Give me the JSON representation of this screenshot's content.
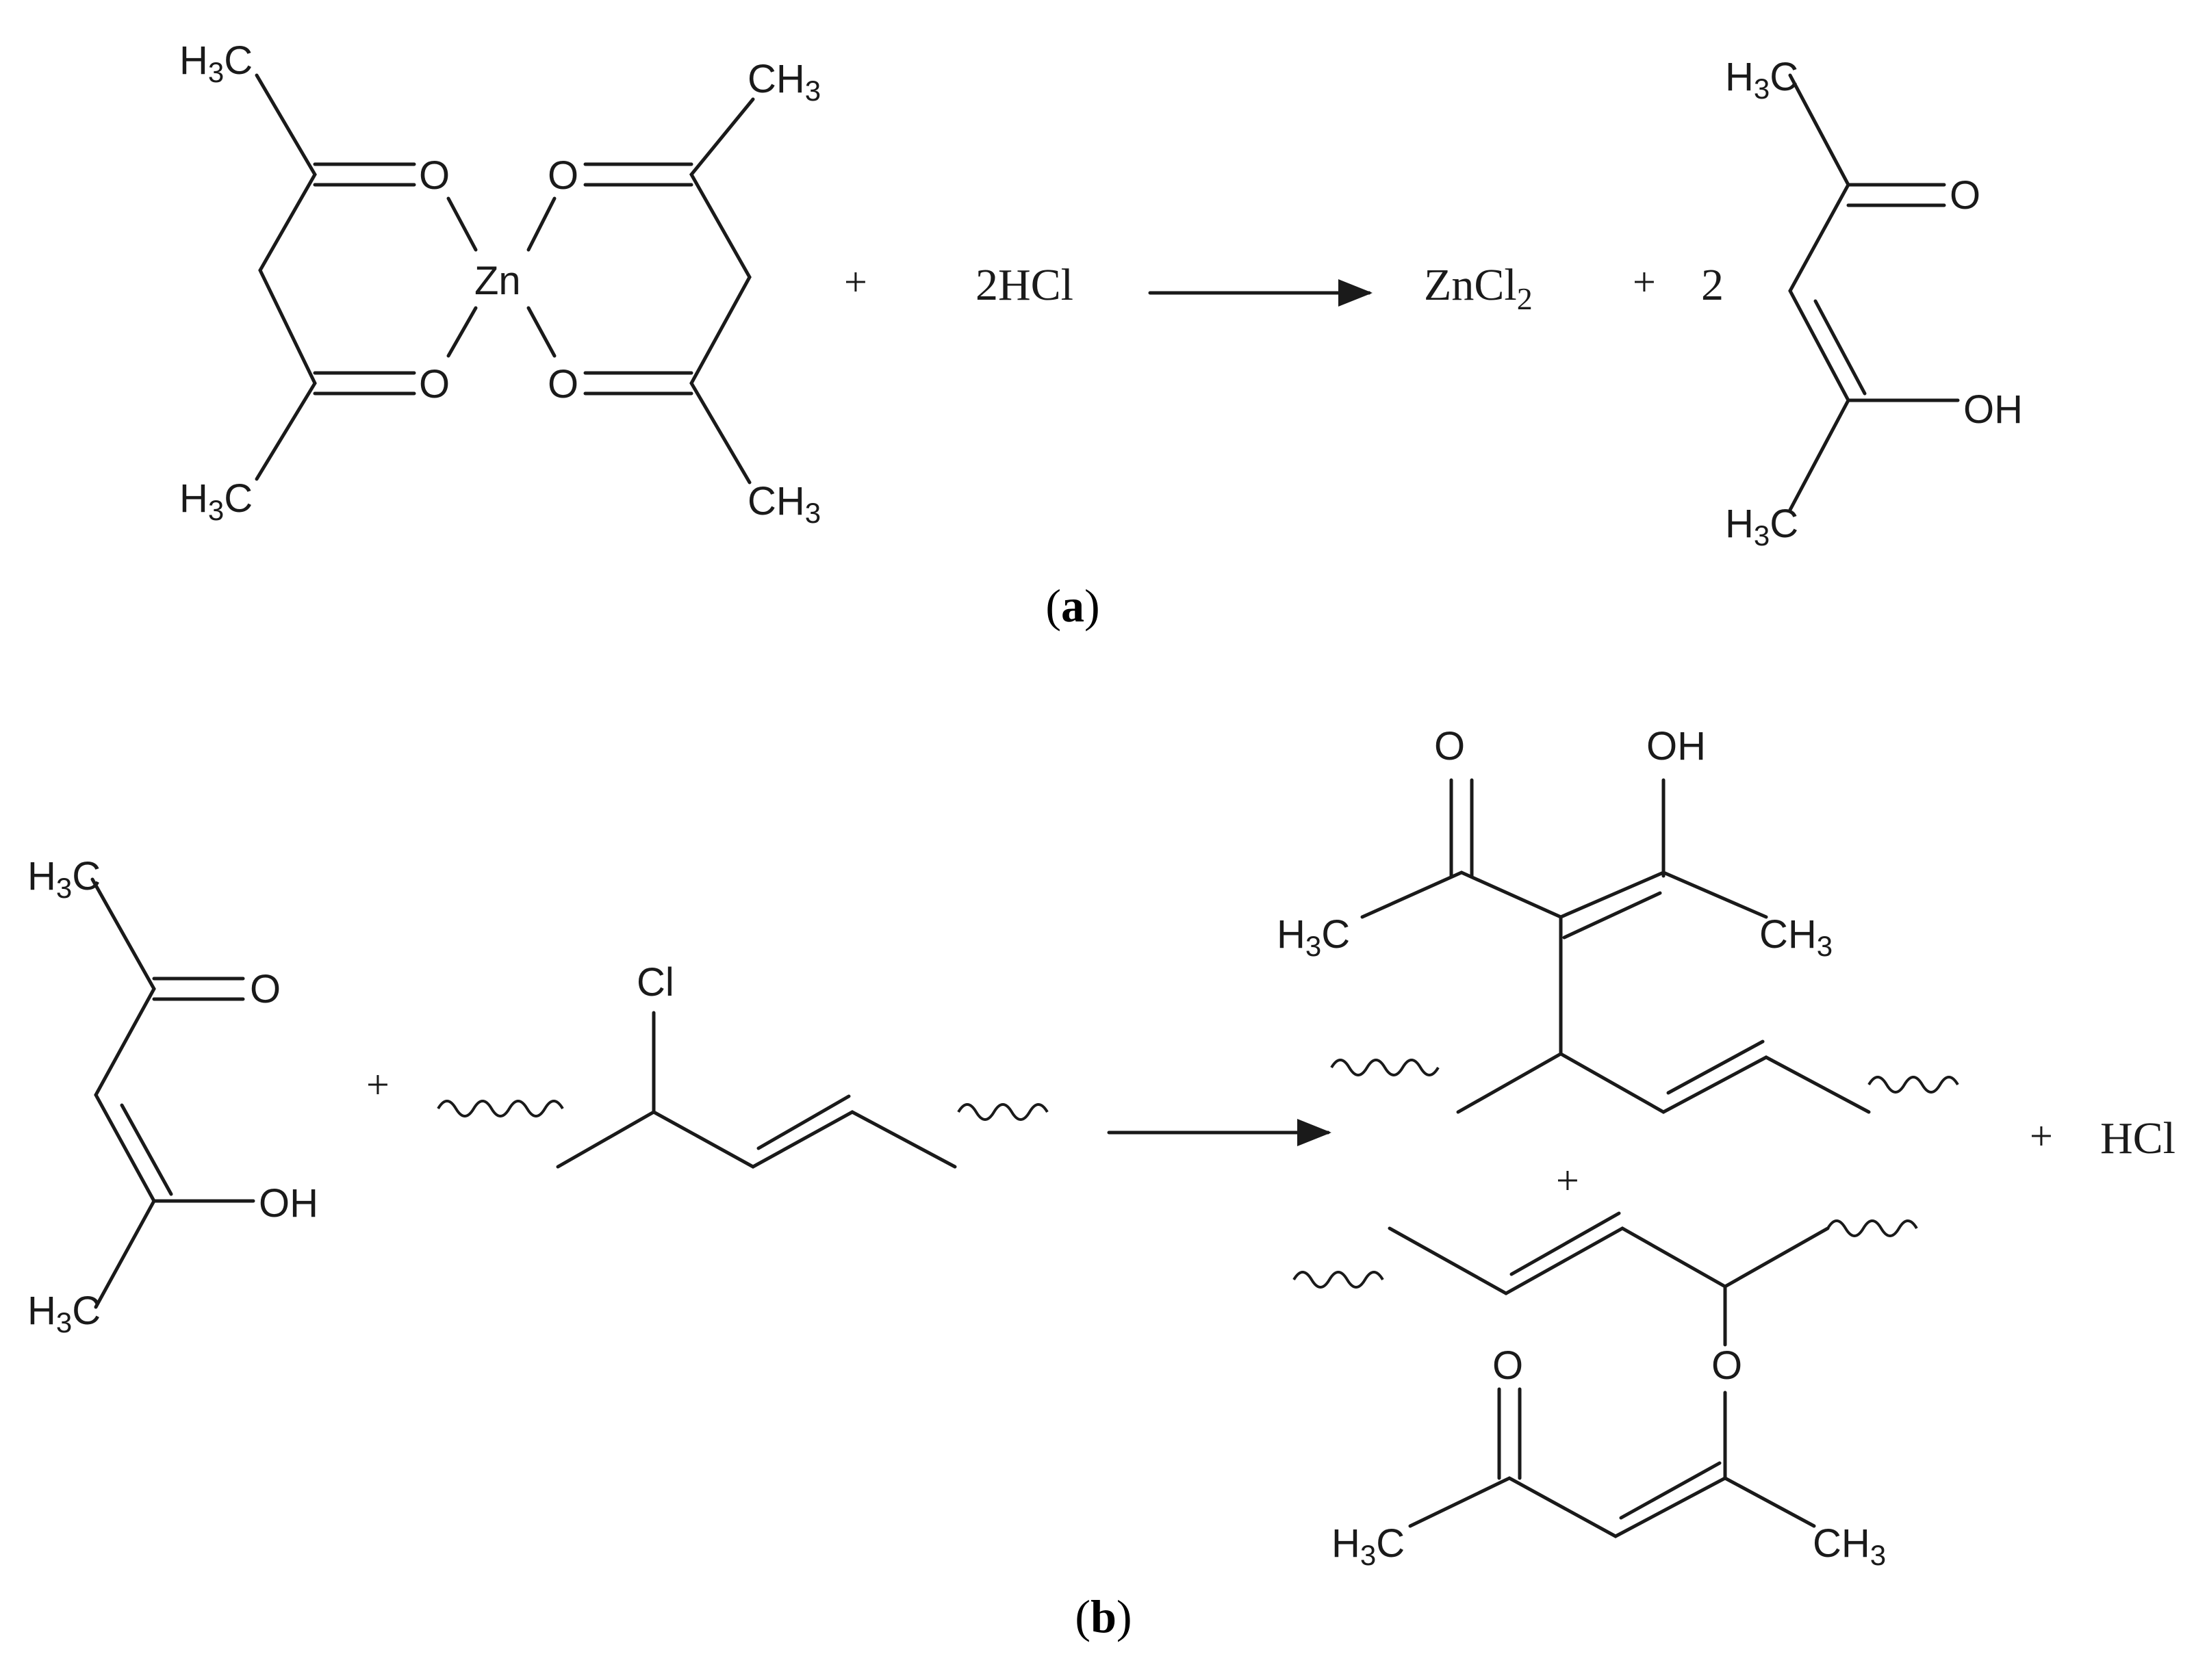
{
  "labels": {
    "h3c": "H",
    "ch3_c": "CH",
    "three": "3",
    "c": "C",
    "o": "O",
    "oh": "OH",
    "zn": "Zn",
    "cl": "Cl",
    "plus": "+",
    "two_hcl": "2HCl",
    "zncl": "ZnCl",
    "two_sub": "2",
    "two": "2",
    "hcl": "HCl"
  },
  "panels": {
    "a": {
      "open": "(",
      "letter": "a",
      "close": ")"
    },
    "b": {
      "open": "(",
      "letter": "b",
      "close": ")"
    }
  }
}
